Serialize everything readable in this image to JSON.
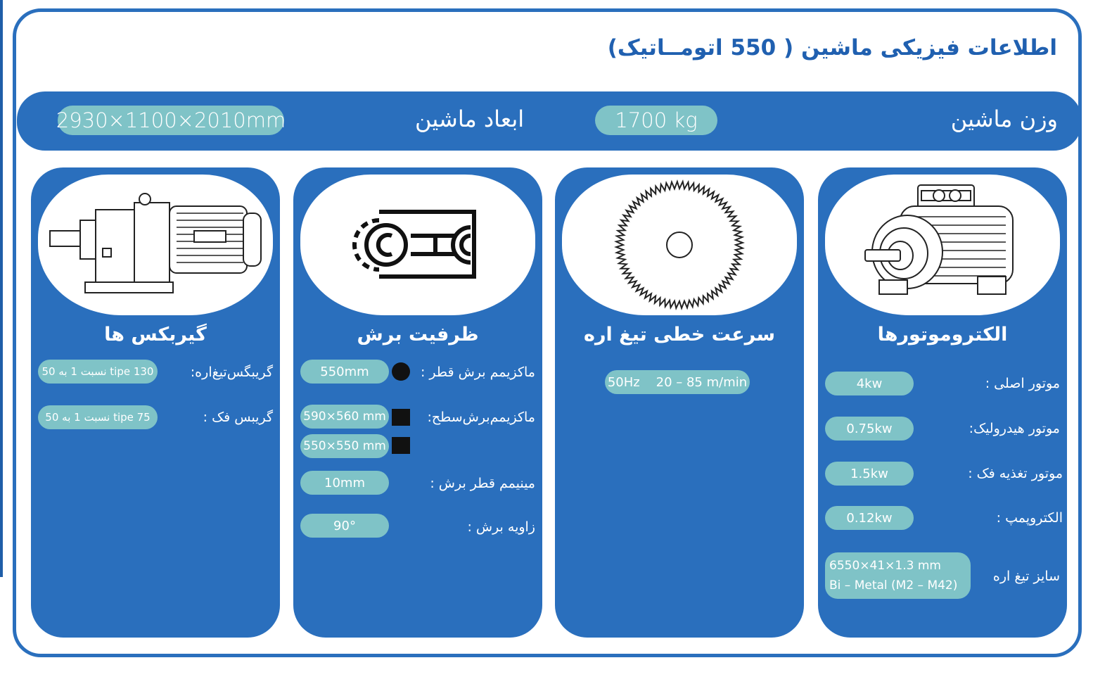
{
  "title": "اطلاعات فیزیکی ماشین ( 550 اتومــاتیک)",
  "band": {
    "weight_label": "وزن ماشین",
    "weight_value": "1700 kg",
    "dims_label": "ابعاد ماشین",
    "dims_value": "2930×1100×2010mm"
  },
  "cards": {
    "motors": {
      "title": "الکتروموتورها",
      "icon": "electric-motor-icon",
      "rows": [
        {
          "label": "موتور اصلی :",
          "value": "4kw"
        },
        {
          "label": "موتور هیدرولیک:",
          "value": "0.75kw"
        },
        {
          "label": "موتور تغذیه فک :",
          "value": "1.5kw"
        },
        {
          "label": "الکتروپمپ :",
          "value": "0.12kw"
        },
        {
          "label": "سایز تیغ اره",
          "value_line1": "6550×41×1.3 mm",
          "value_line2": "Bi – Metal (M2 – M42)"
        }
      ]
    },
    "speed": {
      "title": "سرعت خطی تیغ اره",
      "icon": "saw-blade-icon",
      "value": "50Hz    20 – 85 m/min"
    },
    "capacity": {
      "title": "ظرفیت برش",
      "icon": "cutting-capacity-icon",
      "rows": [
        {
          "label": "ماکزیمم برش قطر :",
          "value": "550mm",
          "shape": "circle"
        },
        {
          "label": "ماکزیمم‌برش‌سطح:",
          "value": "590×560 mm",
          "shape": "square"
        },
        {
          "label": "",
          "value": "550×550 mm",
          "shape": "square"
        },
        {
          "label": "مینیمم قطر برش :",
          "value": "10mm"
        },
        {
          "label": "زاویه برش :",
          "value": "90°"
        }
      ]
    },
    "gearbox": {
      "title": "گیربکس ها",
      "icon": "gearbox-icon",
      "rows": [
        {
          "label": "گریبگس‌تیغ‌اره:",
          "value": "tipe 130 نسبت 1 به 50"
        },
        {
          "label": "گریبس فک :",
          "value": "tipe 75 نسبت 1 به 50"
        }
      ]
    }
  }
}
